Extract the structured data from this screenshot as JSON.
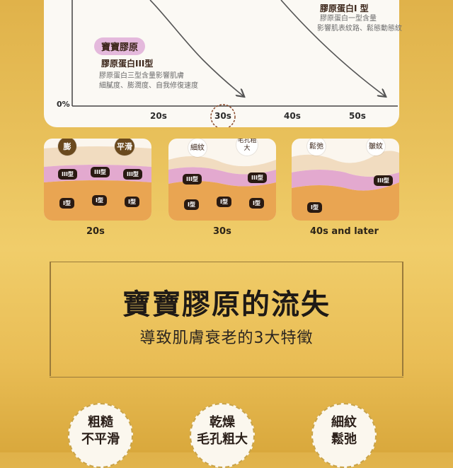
{
  "chart": {
    "y_zero_label": "0%",
    "x_ticks": [
      "20s",
      "30s",
      "40s",
      "50s"
    ],
    "highlighted_tick": "30s",
    "type3": {
      "pill": "寶寶膠原",
      "name": "膠原蛋白III型",
      "note_line1": "膠原蛋白三型含量影響肌膚",
      "note_line2": "細膩度、膨潤度、自我修復速度"
    },
    "type1": {
      "name": "膠原蛋白I 型",
      "note_line1": "膠原蛋白一型含量",
      "note_line2": "影響肌表紋路、鬆態動態紋"
    }
  },
  "panels": [
    {
      "age": "20s",
      "bubbles": [
        "膨",
        "平滑"
      ],
      "tags_top": [
        "III型",
        "III型",
        "III型"
      ],
      "tags_bottom": [
        "I型",
        "I型",
        "I型"
      ]
    },
    {
      "age": "30s",
      "bubbles": [
        "細紋",
        "毛孔粗大"
      ],
      "tags_top": [
        "III型",
        "III型"
      ],
      "tags_bottom": [
        "I型",
        "I型",
        "I型"
      ]
    },
    {
      "age": "40s and later",
      "bubbles": [
        "鬆弛",
        "皺紋"
      ],
      "tags_top": [
        "III型"
      ],
      "tags_bottom": [
        "I型"
      ]
    }
  ],
  "headline": {
    "title": "寶寶膠原的流失",
    "subtitle": "導致肌膚衰老的3大特徵"
  },
  "features": [
    {
      "line1": "粗糙",
      "line2": "不平滑"
    },
    {
      "line1": "乾燥",
      "line2": "毛孔粗大"
    },
    {
      "line1": "細紋",
      "line2": "鬆弛"
    }
  ],
  "colors": {
    "background": "#e8c05a",
    "pill": "#e4b9dc",
    "skin_top": "#f1dcc0",
    "skin_pink": "#e3a9cf",
    "skin_orange": "#e9a552",
    "tag": "#2a1a12"
  }
}
